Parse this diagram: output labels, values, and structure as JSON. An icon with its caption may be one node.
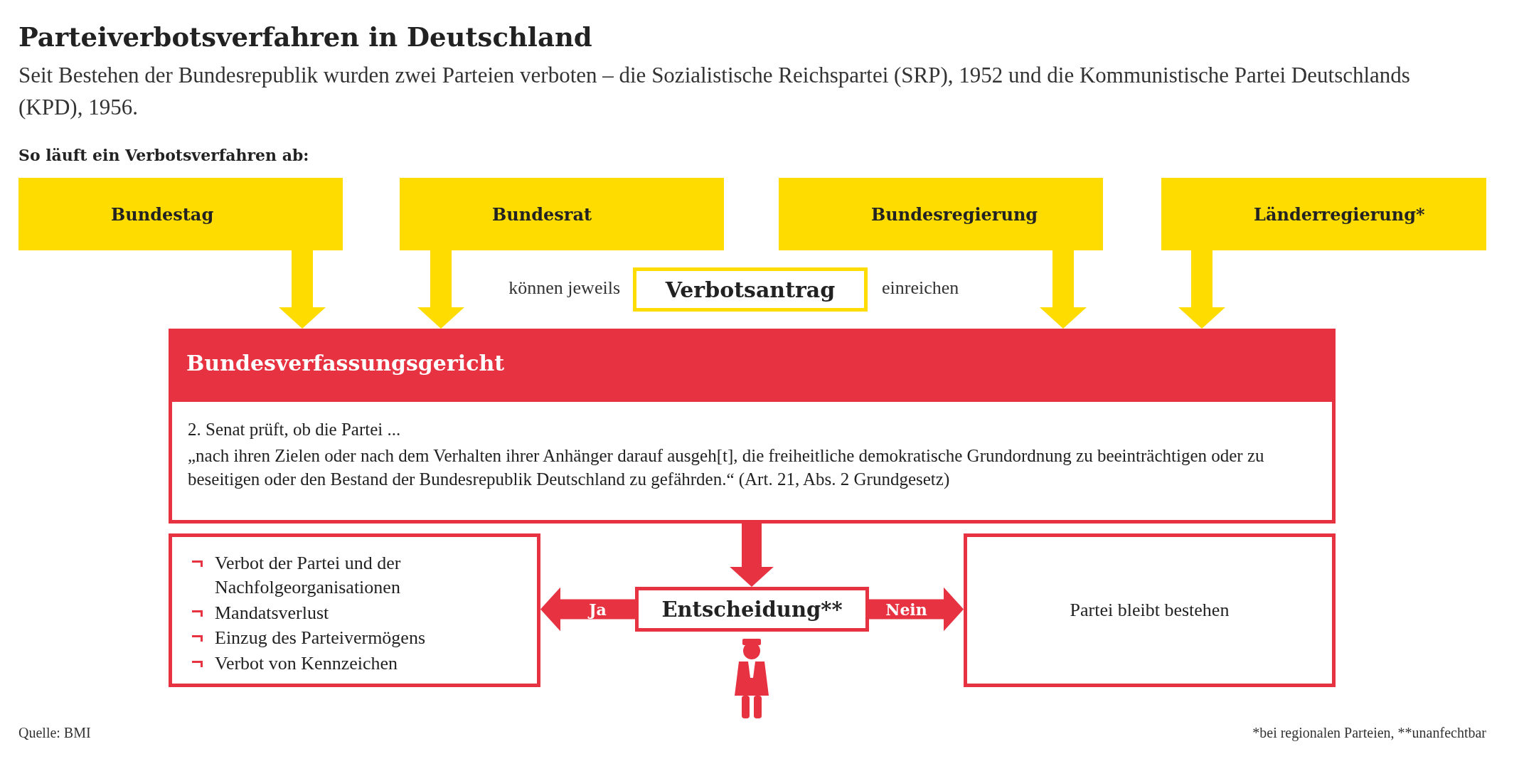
{
  "diagram": {
    "title": "Parteiverbotsverfahren in Deutschland",
    "nodes": [
      {
        "text": [
          "Bundestag"
        ]
      },
      {
        "text": [
          "Bundesrat"
        ]
      },
      {
        "text": [
          "Bundesregierung"
        ]
      },
      {
        "text": [
          "Länderregierung*"
        ]
      },
      {
        "text": [
          "Verbotsantrag"
        ],
        "beside": [
          "können jeweils",
          "einreichen"
        ]
      },
      {
        "text": [
          "Bundesverfassungsgericht",
          "2. Senat prüft, ob die Partei ...",
          "„nach ihren Zielen oder nach dem Verhalten ihrer Anhänger darauf ausgeh[t], die freiheitliche demokratische Grundordnung zu beeinträchtigen oder zu beseitigen oder den Bestand der Bundesrepublik Deutschland zu gefährden.“ (Art. 21, Abs. 2 Grundgesetz)"
        ]
      },
      {
        "text": [
          "Verbot der Partei und der Nachfolgeorganisationen",
          "Mandatsverlust",
          "Einzug des Parteivermögens",
          "Verbot von Kennzeichen"
        ]
      },
      {
        "text": [
          "Entscheidung**"
        ]
      },
      {
        "text": [
          "Partei bleibt bestehen"
        ]
      }
    ],
    "edges": [
      {
        "from": 0,
        "to": 5,
        "arrow": "to"
      },
      {
        "from": 1,
        "to": 5,
        "arrow": "to"
      },
      {
        "from": 2,
        "to": 5,
        "arrow": "to"
      },
      {
        "from": 3,
        "to": 5,
        "arrow": "to"
      },
      {
        "from": 5,
        "to": 7,
        "arrow": "to",
        "color": "#e63241"
      },
      {
        "from": 7,
        "to": 6,
        "arrow": "to",
        "label": "Ja",
        "color": "#e63241"
      },
      {
        "from": 7,
        "to": 8,
        "arrow": "to",
        "label": "Nein",
        "color": "#e63241"
      }
    ],
    "labels": [
      "Seit Bestehen der Bundesrepublik wurden zwei Parteien verboten – die Sozialistische Reichspartei (SRP), 1952 und die Kommunistische Partei Deutschlands (KPD), 1956.",
      "So läuft ein Verbotsverfahren ab:",
      "Quelle: BMI",
      "*bei regionalen Parteien, **unanfechtbar"
    ]
  }
}
